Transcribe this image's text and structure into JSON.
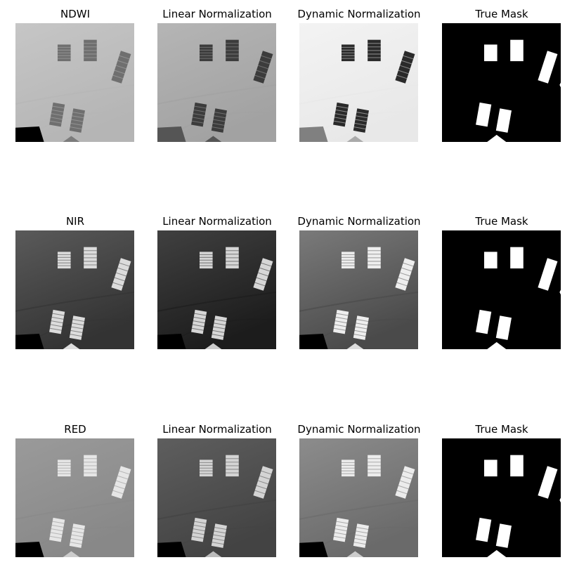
{
  "figure": {
    "rows": [
      {
        "band": "NDWI",
        "style": "ndwi",
        "panels": [
          {
            "title": "NDWI",
            "kind": "raw"
          },
          {
            "title": "Linear Normalization",
            "kind": "linear"
          },
          {
            "title": "Dynamic Normalization",
            "kind": "dynamic"
          },
          {
            "title": "True Mask",
            "kind": "mask"
          }
        ]
      },
      {
        "band": "NIR",
        "style": "nir",
        "panels": [
          {
            "title": "NIR",
            "kind": "raw"
          },
          {
            "title": "Linear Normalization",
            "kind": "linear"
          },
          {
            "title": "Dynamic Normalization",
            "kind": "dynamic"
          },
          {
            "title": "True Mask",
            "kind": "mask"
          }
        ]
      },
      {
        "band": "RED",
        "style": "red",
        "panels": [
          {
            "title": "RED",
            "kind": "raw"
          },
          {
            "title": "Linear Normalization",
            "kind": "linear"
          },
          {
            "title": "Dynamic Normalization",
            "kind": "dynamic"
          },
          {
            "title": "True Mask",
            "kind": "mask"
          }
        ]
      }
    ],
    "colormap": "gray"
  }
}
